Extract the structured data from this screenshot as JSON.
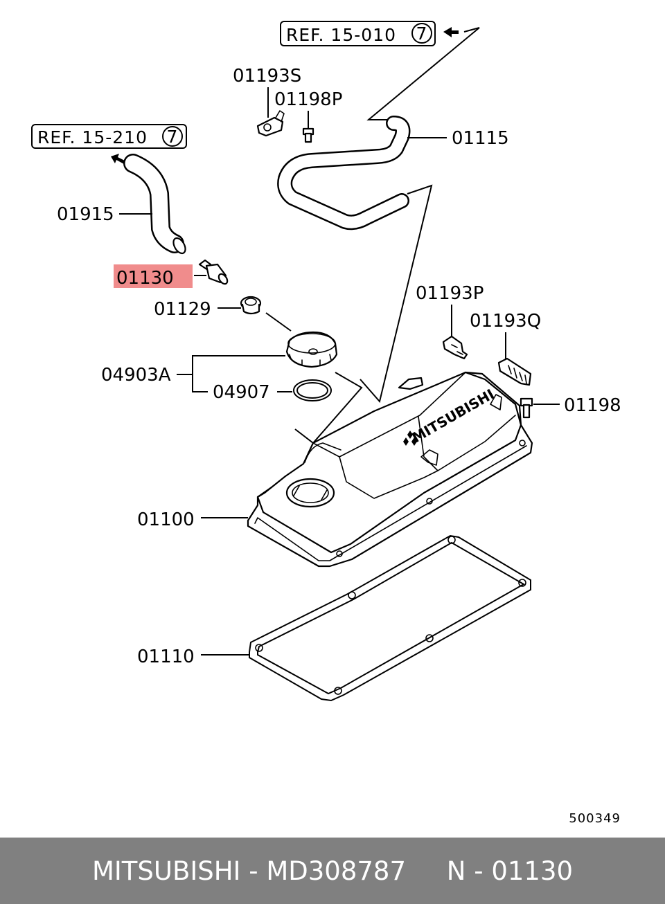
{
  "diagram": {
    "refs": [
      {
        "id": "ref-top",
        "text": "REF. 15-010",
        "circle": "7"
      },
      {
        "id": "ref-left",
        "text": "REF. 15-210",
        "circle": "7"
      }
    ],
    "labels": {
      "p01193S": "01193S",
      "p01198P": "01198P",
      "p01115": "01115",
      "p01915": "01915",
      "p01130": "01130",
      "p01129": "01129",
      "p04903A": "04903A",
      "p04907": "04907",
      "p01193P": "01193P",
      "p01193Q": "01193Q",
      "p01198": "01198",
      "p01100": "01100",
      "p01110": "01110"
    },
    "highlighted_part": "01130",
    "highlight_color": "#f08c8c",
    "emboss_text": "MITSUBISHI",
    "diagram_code": "500349"
  },
  "footer": {
    "text": "MITSUBISHI - MD308787     N - 01130",
    "background": "#808080"
  }
}
